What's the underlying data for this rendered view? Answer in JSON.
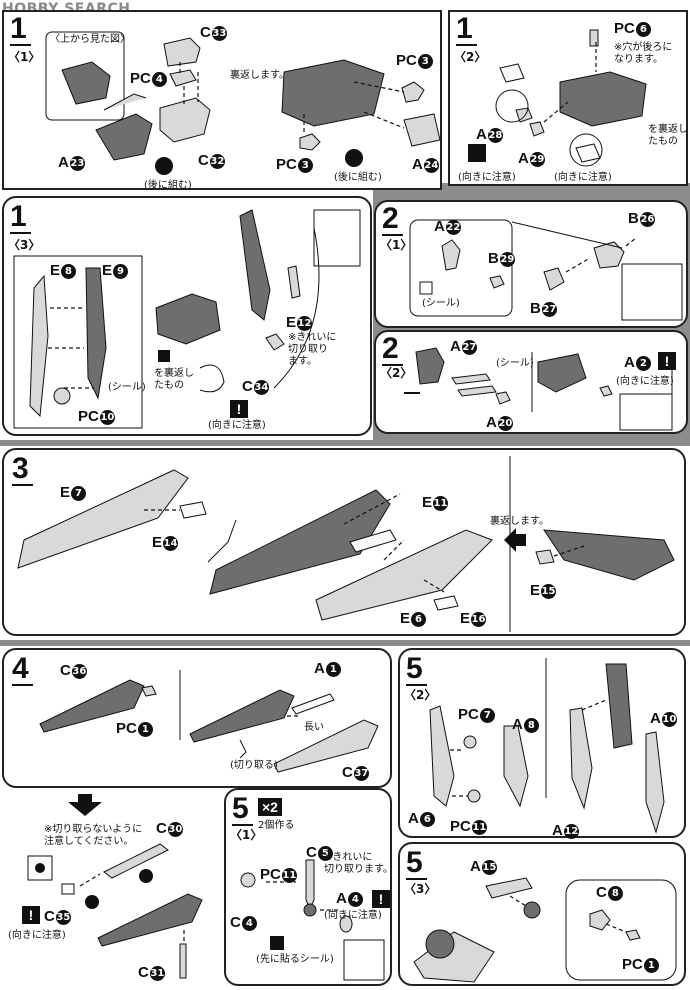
{
  "watermark": "HOBBY SEARCH",
  "step1": {
    "number": "1",
    "sub1": {
      "label": "〈1〉",
      "view_note": "〈上から見た図〉",
      "back_note": "裏返します。",
      "after_note": "(後に組む)",
      "after_note2": "(後に組む)",
      "parts": {
        "c33": "C",
        "c33n": "33",
        "pc4": "PC",
        "pc4n": "4",
        "a23": "A",
        "a23n": "23",
        "c32": "C",
        "c32n": "32",
        "pc3a": "PC",
        "pc3an": "3",
        "pc3b": "PC",
        "pc3bn": "3",
        "a24": "A",
        "a24n": "24"
      }
    },
    "sub2": {
      "label": "〈2〉",
      "hole_note": "※穴が後ろに\nなります。",
      "back_note": "を裏返し\nたもの",
      "warn_note": "(向きに注意)",
      "warn_note2": "(向きに注意)",
      "parts": {
        "pc6": "PC",
        "pc6n": "6",
        "a28": "A",
        "a28n": "28",
        "a29": "A",
        "a29n": "29"
      }
    },
    "sub3": {
      "label": "〈3〉",
      "seal_note": "(シール)",
      "clean_note": "※きれいに\n切り取り\nます。",
      "back_note": "を裏返し\nたもの",
      "warn_note": "(向きに注意)",
      "parts": {
        "e8": "E",
        "e8n": "8",
        "e9": "E",
        "e9n": "9",
        "pc10": "PC",
        "pc10n": "10",
        "e12": "E",
        "e12n": "12",
        "c34": "C",
        "c34n": "34"
      }
    }
  },
  "step2": {
    "number": "2",
    "sub1": {
      "label": "〈1〉",
      "seal_note": "(シール)",
      "parts": {
        "a22": "A",
        "a22n": "22",
        "b29": "B",
        "b29n": "29",
        "b26": "B",
        "b26n": "26",
        "b27": "B",
        "b27n": "27"
      }
    },
    "sub2": {
      "label": "〈2〉",
      "seal_note": "(シール)",
      "warn_note": "(向きに注意)",
      "parts": {
        "a27": "A",
        "a27n": "27",
        "a20": "A",
        "a20n": "20",
        "a2": "A",
        "a2n": "2"
      }
    }
  },
  "step3": {
    "number": "3",
    "back_note": "裏返します。",
    "parts": {
      "e7": "E",
      "e7n": "7",
      "e14": "E",
      "e14n": "14",
      "e11": "E",
      "e11n": "11",
      "e6": "E",
      "e6n": "6",
      "e16": "E",
      "e16n": "16",
      "e15": "E",
      "e15n": "15"
    }
  },
  "step4": {
    "number": "4",
    "long_note": "長い",
    "cut_note": "(切り取る)",
    "warn_cut_note": "※切り取らないように\n注意してください。",
    "warn_note": "(向きに注意)",
    "parts": {
      "c36": "C",
      "c36n": "36",
      "pc1": "PC",
      "pc1n": "1",
      "a1": "A",
      "a1n": "1",
      "c37": "C",
      "c37n": "37",
      "c30": "C",
      "c30n": "30",
      "c35": "C",
      "c35n": "35",
      "c31": "C",
      "c31n": "31"
    }
  },
  "step5": {
    "number": "5",
    "sub1": {
      "label": "〈1〉",
      "times": "×2",
      "times_note": "2個作る",
      "clean_note": "※きれいに\n切り取ります。",
      "warn_note": "(向きに注意)",
      "seal_note": "(先に貼るシール)",
      "parts": {
        "c5": "C",
        "c5n": "5",
        "pc11": "PC",
        "pc11n": "11",
        "c4": "C",
        "c4n": "4",
        "a4": "A",
        "a4n": "4"
      }
    },
    "sub2": {
      "label": "〈2〉",
      "parts": {
        "pc7": "PC",
        "pc7n": "7",
        "a8": "A",
        "a8n": "8",
        "a10": "A",
        "a10n": "10",
        "a6": "A",
        "a6n": "6",
        "pc11": "PC",
        "pc11n": "11",
        "a12": "A",
        "a12n": "12"
      }
    },
    "sub3": {
      "label": "〈3〉",
      "parts": {
        "a15": "A",
        "a15n": "15",
        "c8": "C",
        "c8n": "8",
        "pc1": "PC",
        "pc1n": "1"
      }
    }
  }
}
